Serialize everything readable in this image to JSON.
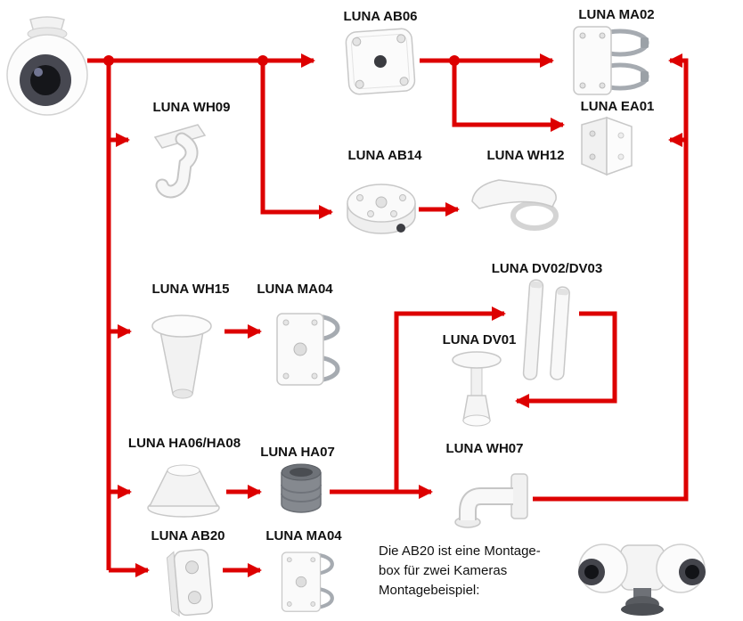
{
  "colors": {
    "connector_red": "#dd0000"
  },
  "nodes": {
    "ab06": {
      "label": "LUNA AB06"
    },
    "ma02": {
      "label": "LUNA MA02"
    },
    "ea01": {
      "label": "LUNA EA01"
    },
    "wh09": {
      "label": "LUNA WH09"
    },
    "ab14": {
      "label": "LUNA AB14"
    },
    "wh12": {
      "label": "LUNA WH12"
    },
    "wh15": {
      "label": "LUNA WH15"
    },
    "ma04_mid": {
      "label": "LUNA MA04"
    },
    "dv02_dv03": {
      "label": "LUNA DV02/DV03"
    },
    "dv01": {
      "label": "LUNA DV01"
    },
    "ha06_ha08": {
      "label": "LUNA HA06/HA08"
    },
    "ha07": {
      "label": "LUNA HA07"
    },
    "wh07": {
      "label": "LUNA WH07"
    },
    "ab20": {
      "label": "LUNA AB20"
    },
    "ma04_bot": {
      "label": "LUNA MA04"
    }
  },
  "note": {
    "line1": "Die AB20 ist eine Montage-",
    "line2": "box für zwei Kameras",
    "line3": "Montagebeispiel:"
  }
}
